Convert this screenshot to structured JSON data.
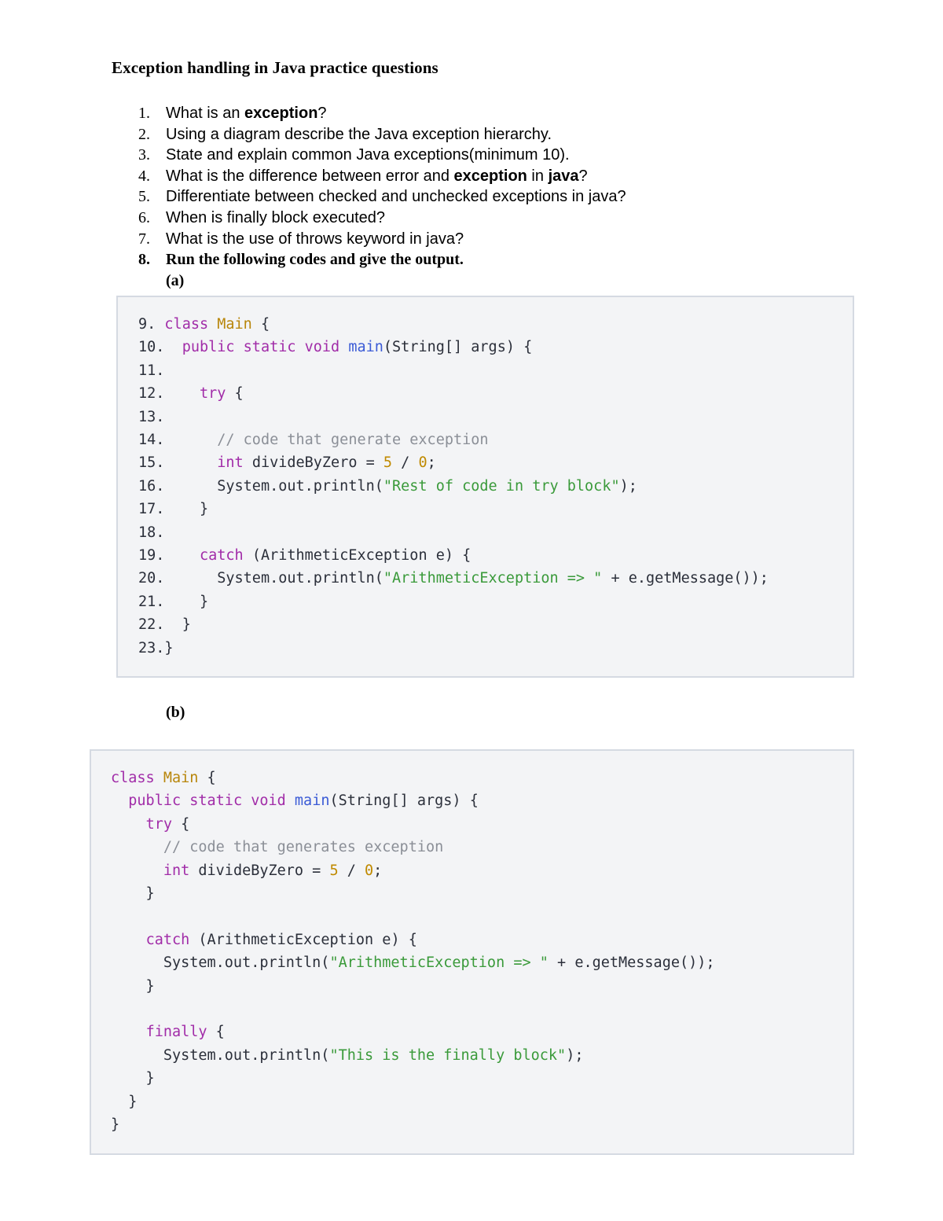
{
  "title": "Exception handling in Java practice questions",
  "questions": [
    {
      "num": "1.",
      "parts": [
        "What is an ",
        "exception",
        "?"
      ]
    },
    {
      "num": "2.",
      "text": "Using a diagram describe the Java exception hierarchy."
    },
    {
      "num": "3.",
      "text": "State and explain common Java exceptions(minimum 10)."
    },
    {
      "num": "4.",
      "parts": [
        "What is the difference between error and ",
        "exception",
        " in ",
        "java",
        "?"
      ]
    },
    {
      "num": "5.",
      "text": "Differentiate between checked and unchecked exceptions in java?"
    },
    {
      "num": "6.",
      "text": "When is finally block executed?"
    },
    {
      "num": "7.",
      "text": "What is the use of throws keyword in java?"
    },
    {
      "num": "8.",
      "text": "Run the following codes and give the output."
    }
  ],
  "label_a": "(a)",
  "label_b": "(b)",
  "code_a": {
    "line_numbers": [
      "9.",
      "10.",
      "11.",
      "12.",
      "13.",
      "14.",
      "15.",
      "16.",
      "17.",
      "18.",
      "19.",
      "20.",
      "21.",
      "22.",
      "23."
    ],
    "tokens": {
      "class": "class",
      "Main": "Main",
      "public": "public",
      "static": "static",
      "void": "void",
      "main": "main",
      "args": "(String[] args) {",
      "try": "try",
      "comment": "// code that generate exception",
      "int": "int",
      "divide": "divideByZero = ",
      "five": "5",
      "slash": " / ",
      "zero": "0",
      "semi": ";",
      "sysout": "System.out.println(",
      "rest_str": "\"Rest of code in try block\"",
      "close_paren": ");",
      "catch": "catch",
      "catch_args": "(ArithmeticException e) {",
      "arith_str": "\"ArithmeticException => \"",
      "getmsg": " + e.getMessage());"
    }
  },
  "code_b": {
    "comment": "// code that generates exception",
    "finally": "finally",
    "finally_str": "\"This is the finally block\""
  }
}
